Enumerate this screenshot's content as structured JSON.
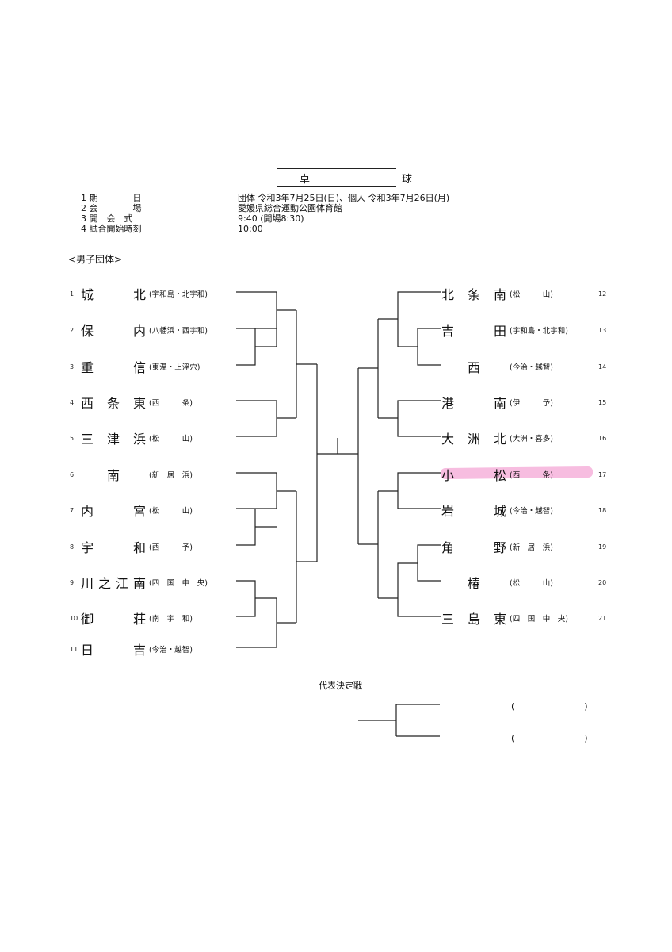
{
  "title": "卓　　球",
  "info": [
    {
      "label": "1 期　　　　日",
      "value": "団体  令和3年7月25日(日)、個人  令和3年7月26日(月)"
    },
    {
      "label": "2 会　　　　場",
      "value": "愛媛県総合運動公園体育館"
    },
    {
      "label": "3 開　会　式",
      "value": "9:40  (開場8:30)"
    },
    {
      "label": "4 試合開始時刻",
      "value": "10:00"
    }
  ],
  "section_title": "<男子団体>",
  "left_teams": [
    {
      "num": "1",
      "name": [
        "城",
        "",
        "北"
      ],
      "loc": "(宇和島・北宇和)"
    },
    {
      "num": "2",
      "name": [
        "保",
        "",
        "内"
      ],
      "loc": "(八幡浜・西宇和)"
    },
    {
      "num": "3",
      "name": [
        "重",
        "",
        "信"
      ],
      "loc": "(東温・上浮穴)"
    },
    {
      "num": "4",
      "name": [
        "西",
        "条",
        "東"
      ],
      "loc": "(西　　　条)"
    },
    {
      "num": "5",
      "name": [
        "三",
        "津",
        "浜"
      ],
      "loc": "(松　　　山)"
    },
    {
      "num": "6",
      "name": [
        "",
        "南",
        ""
      ],
      "loc": "(新　居　浜)"
    },
    {
      "num": "7",
      "name": [
        "内",
        "",
        "宮"
      ],
      "loc": "(松　　　山)"
    },
    {
      "num": "8",
      "name": [
        "宇",
        "",
        "和"
      ],
      "loc": "(西　　　予)"
    },
    {
      "num": "9",
      "name": [
        "川",
        "之",
        "江",
        "南"
      ],
      "loc": "(四　国　中　央)"
    },
    {
      "num": "10",
      "name": [
        "御",
        "",
        "荘"
      ],
      "loc": "(南　宇　和)"
    },
    {
      "num": "11",
      "name": [
        "日",
        "",
        "吉"
      ],
      "loc": "(今治・越智)"
    }
  ],
  "right_teams": [
    {
      "num": "12",
      "name": [
        "北",
        "条",
        "南"
      ],
      "loc": "(松　　　山)"
    },
    {
      "num": "13",
      "name": [
        "吉",
        "",
        "田"
      ],
      "loc": "(宇和島・北宇和)"
    },
    {
      "num": "14",
      "name": [
        "",
        "西",
        ""
      ],
      "loc": "(今治・越智)"
    },
    {
      "num": "15",
      "name": [
        "港",
        "",
        "南"
      ],
      "loc": "(伊　　　予)"
    },
    {
      "num": "16",
      "name": [
        "大",
        "洲",
        "北"
      ],
      "loc": "(大洲・喜多)"
    },
    {
      "num": "17",
      "name": [
        "小",
        "",
        "松"
      ],
      "loc": "(西　　　条)"
    },
    {
      "num": "18",
      "name": [
        "岩",
        "",
        "城"
      ],
      "loc": "(今治・越智)"
    },
    {
      "num": "19",
      "name": [
        "角",
        "",
        "野"
      ],
      "loc": "(新　居　浜)"
    },
    {
      "num": "20",
      "name": [
        "",
        "椿",
        ""
      ],
      "loc": "(松　　　山)"
    },
    {
      "num": "21",
      "name": [
        "三",
        "島",
        "東"
      ],
      "loc": "(四　国　中　央)"
    }
  ],
  "final_label": "代表決定戦",
  "final_slots": [
    "(　　　　　　　　)",
    "(　　　　　　　　)"
  ]
}
